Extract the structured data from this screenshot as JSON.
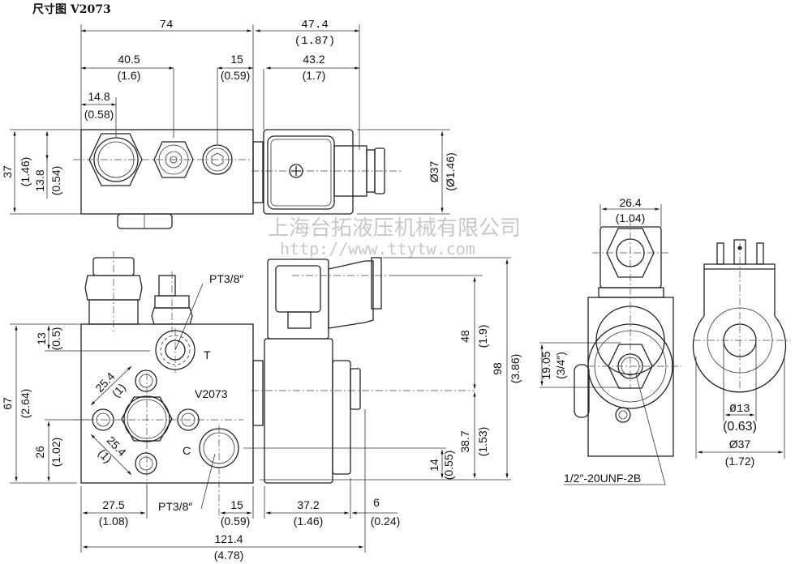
{
  "title": "尺寸图 V2073",
  "watermark": {
    "company": "上海台拓液压机械有限公司",
    "url": "http://www.ttytw.com"
  },
  "top_view": {
    "dims": {
      "d74": "74",
      "d47_4": "47.4",
      "d47_4_in": "(1.87)",
      "d40_5": "40.5",
      "d40_5_in": "(1.6)",
      "d15": "15",
      "d15_in": "(0.59)",
      "d43_2": "43.2",
      "d43_2_in": "(1.7)",
      "d14_8": "14.8",
      "d14_8_in": "(0.58)",
      "d37": "37",
      "d37_in": "(1.46)",
      "d13_8": "13.8",
      "d13_8_in": "(0.54)",
      "dia37": "Ø37",
      "dia37_in": "(Ø1.46)"
    }
  },
  "front_view": {
    "port_t_thread": "PT3/8″",
    "port_t": "T",
    "model": "V2073",
    "port_c": "C",
    "port_c_thread": "PT3/8″",
    "dims": {
      "d13": "13",
      "d13_in": "(0.5)",
      "d67": "67",
      "d67_in": "(2.64)",
      "d26": "26",
      "d26_in": "(1.02)",
      "d25_4a": "25.4",
      "d25_4a_in": "(1)",
      "d25_4b": "25.4",
      "d25_4b_in": "(1)",
      "d48": "48",
      "d48_in": "(1.9)",
      "d98": "98",
      "d98_in": "(3.86)",
      "d38_7": "38.7",
      "d38_7_in": "(1.53)",
      "d14": "14",
      "d14_in": "(0.55)",
      "d27_5": "27.5",
      "d27_5_in": "(1.08)",
      "d15": "15",
      "d15_in": "(0.59)",
      "d37_2": "37.2",
      "d37_2_in": "(1.46)",
      "d6": "6",
      "d6_in": "(0.24)",
      "d121_4": "121.4",
      "d121_4_in": "(4.78)"
    }
  },
  "side_view": {
    "dims": {
      "d26_4": "26.4",
      "d26_4_in": "(1.04)",
      "d19_05": "19.05",
      "d19_05_in": "(3/4″)"
    },
    "thread": "1/2″-20UNF-2B"
  },
  "coil_view": {
    "dims": {
      "dia13": "Ø13",
      "dia13_in": "(0.63)",
      "dia37": "Ø37",
      "dia37_in": "(1.72)"
    }
  }
}
